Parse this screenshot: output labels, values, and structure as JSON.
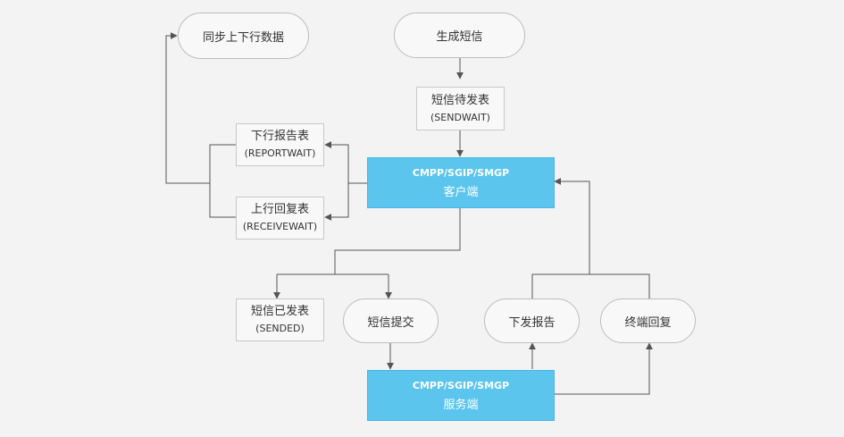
{
  "nodes": {
    "sync_data": "同步上下行数据",
    "generate_sms": "生成短信",
    "sms_pending": {
      "name": "短信待发表",
      "code": "(SENDWAIT)"
    },
    "report_table": {
      "name": "下行报告表",
      "code": "(REPORTWAIT)"
    },
    "reply_table": {
      "name": "上行回复表",
      "code": "(RECEIVEWAIT)"
    },
    "client": {
      "protocol": "CMPP/SGIP/SMGP",
      "name": "客户端"
    },
    "sms_sent": {
      "name": "短信已发表",
      "code": "(SENDED)"
    },
    "sms_submit": "短信提交",
    "deliver_report": "下发报告",
    "terminal_reply": "终端回复",
    "server": {
      "protocol": "CMPP/SGIP/SMGP",
      "name": "服务端"
    }
  },
  "colors": {
    "background": "#f3f3f3",
    "process_fill": "#5bc5ee",
    "line": "#555555"
  }
}
